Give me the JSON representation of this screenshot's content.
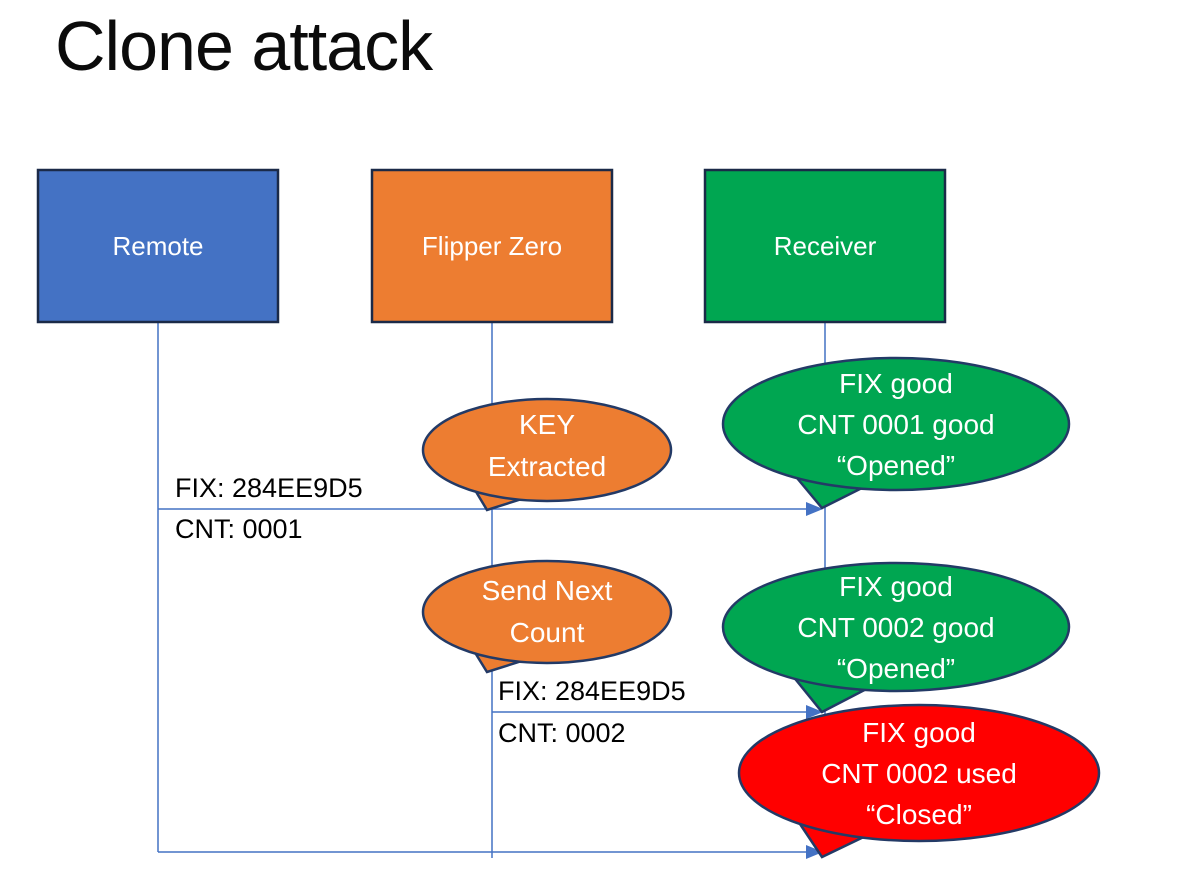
{
  "slide": {
    "title": "Clone attack"
  },
  "colors": {
    "actor_blue": "#4472C4",
    "actor_orange": "#ED7D31",
    "actor_green": "#00A651",
    "callout_red": "#FF0000",
    "connector_blue": "#4472C4",
    "shape_outline": "#1B2A48"
  },
  "actors": [
    {
      "label": "Remote",
      "fill": "#4472C4"
    },
    {
      "label": "Flipper Zero",
      "fill": "#ED7D31"
    },
    {
      "label": "Receiver",
      "fill": "#00A651"
    }
  ],
  "messages": [
    {
      "line1": "FIX: 284EE9D5",
      "line2": "CNT: 0001"
    },
    {
      "line1": "FIX: 284EE9D5",
      "line2": "CNT: 0002"
    }
  ],
  "callouts": [
    {
      "fill": "#ED7D31",
      "lines": [
        "KEY",
        "Extracted"
      ]
    },
    {
      "fill": "#00A651",
      "lines": [
        "FIX good",
        "CNT 0001 good",
        "“Opened”"
      ]
    },
    {
      "fill": "#ED7D31",
      "lines": [
        "Send Next",
        "Count"
      ]
    },
    {
      "fill": "#00A651",
      "lines": [
        "FIX good",
        "CNT 0002 good",
        "“Opened”"
      ]
    },
    {
      "fill": "#FF0000",
      "lines": [
        "FIX good",
        "CNT 0002 used",
        "“Closed”"
      ]
    }
  ]
}
